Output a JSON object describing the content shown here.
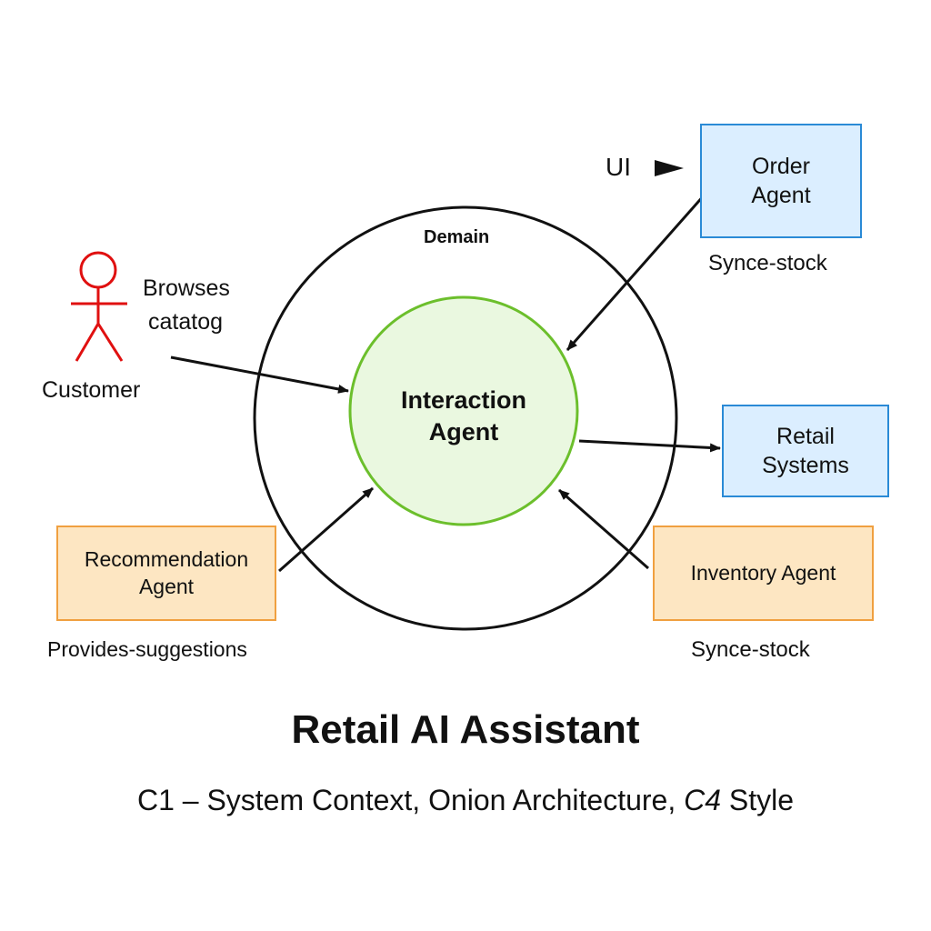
{
  "diagram": {
    "domain_label": "Demain",
    "core": {
      "line1": "Interaction",
      "line2": "Agent"
    },
    "ui_label": "UI",
    "order_agent": {
      "line1": "Order",
      "line2": "Agent",
      "caption": "Synce-stock"
    },
    "retail_systems": {
      "line1": "Retail",
      "line2": "Systems"
    },
    "inventory_agent": {
      "label": "Inventory Agent",
      "caption": "Synce-stock"
    },
    "recommendation_agent": {
      "line1": "Recommendation",
      "line2": "Agent",
      "caption": "Provides-suggestions"
    },
    "customer": {
      "label": "Customer",
      "action_line1": "Browses",
      "action_line2": "catatog"
    }
  },
  "footer": {
    "title": "Retail AI Assistant",
    "subtitle_prefix": "C1 – System Context, Onion Architecture,",
    "subtitle_italic": "C4",
    "subtitle_suffix": "Style"
  },
  "colors": {
    "core_fill": "#eaf8e0",
    "core_stroke": "#6cbf2c",
    "blue_fill": "#dbeeff",
    "blue_stroke": "#2a8ad6",
    "orange_fill": "#fde6c2",
    "orange_stroke": "#f0a040",
    "actor": "#e01010"
  }
}
